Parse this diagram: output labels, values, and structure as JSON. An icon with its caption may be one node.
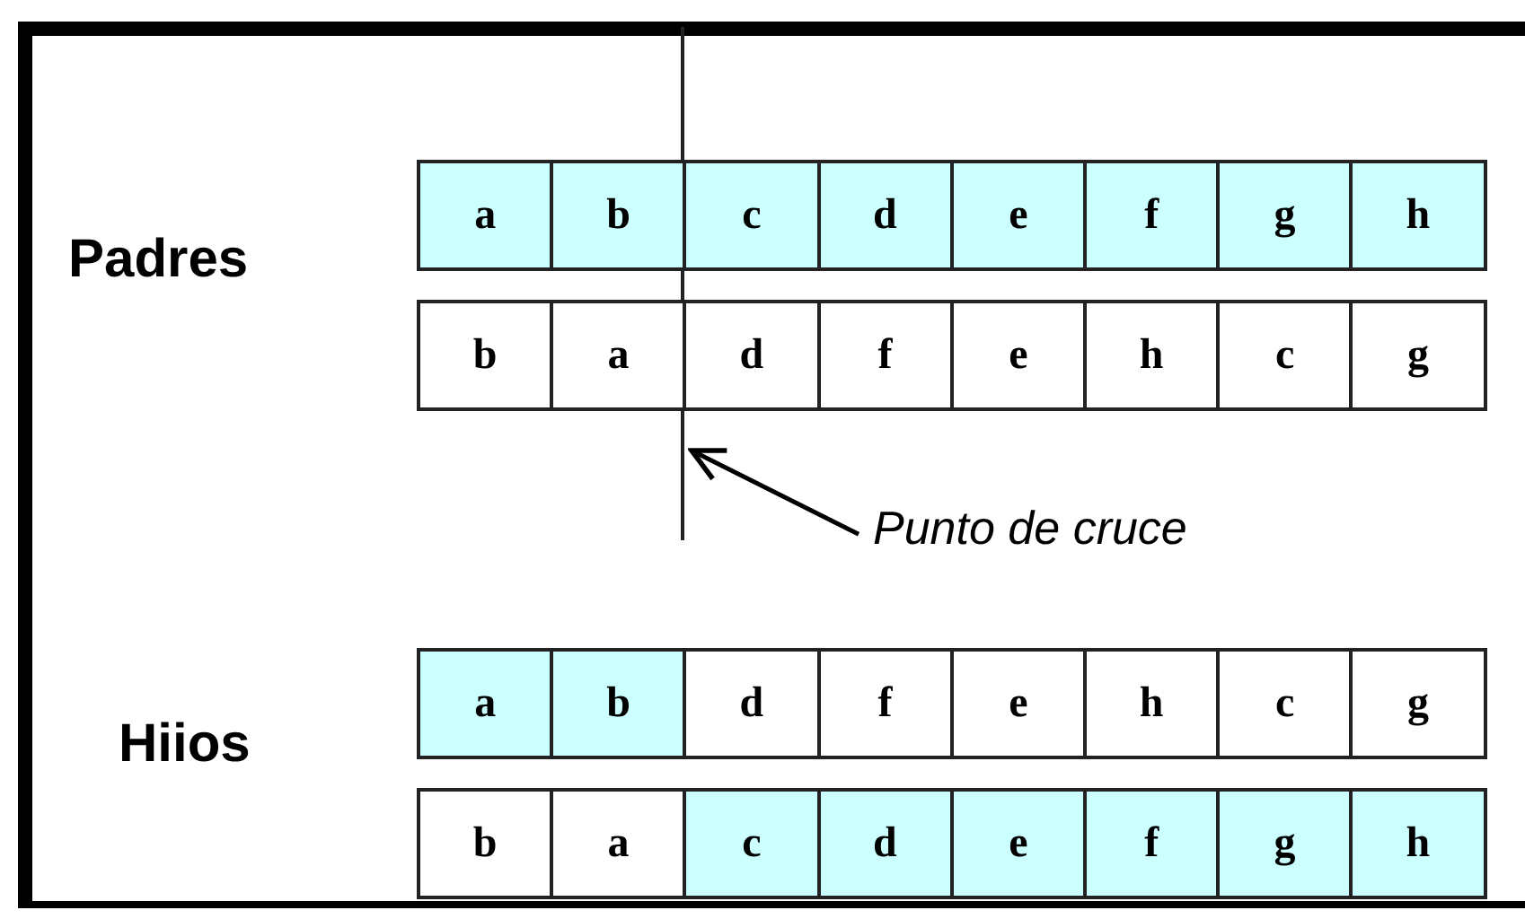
{
  "diagram": {
    "nodes": [
      {
        "text": [],
        "shape": "line"
      },
      {
        "text": [
          "a"
        ]
      },
      {
        "text": [
          "b"
        ]
      },
      {
        "text": [
          "c"
        ]
      },
      {
        "text": [
          "d"
        ]
      },
      {
        "text": [
          "e"
        ]
      },
      {
        "text": [
          "f"
        ]
      },
      {
        "text": [
          "g"
        ]
      },
      {
        "text": [
          "h"
        ]
      },
      {
        "text": [
          "b"
        ]
      },
      {
        "text": [
          "a"
        ]
      },
      {
        "text": [
          "d"
        ]
      },
      {
        "text": [
          "f"
        ]
      },
      {
        "text": [
          "e"
        ]
      },
      {
        "text": [
          "h"
        ]
      },
      {
        "text": [
          "c"
        ]
      },
      {
        "text": [
          "g"
        ]
      },
      {
        "text": [
          "Punto de cruce"
        ]
      },
      {
        "text": [
          "a"
        ]
      },
      {
        "text": [
          "b"
        ]
      },
      {
        "text": [
          "d"
        ]
      },
      {
        "text": [
          "f"
        ]
      },
      {
        "text": [
          "e"
        ]
      },
      {
        "text": [
          "h"
        ]
      },
      {
        "text": [
          "c"
        ]
      },
      {
        "text": [
          "g"
        ]
      },
      {
        "text": [
          "b"
        ]
      },
      {
        "text": [
          "a"
        ]
      },
      {
        "text": [
          "c"
        ]
      },
      {
        "text": [
          "d"
        ]
      },
      {
        "text": [
          "e"
        ]
      },
      {
        "text": [
          "f"
        ]
      },
      {
        "text": [
          "g"
        ]
      },
      {
        "text": [
          "h"
        ]
      }
    ],
    "edges": [
      {
        "from": 17,
        "to": 0,
        "arrow": "to"
      }
    ],
    "labels": [
      "Padres",
      "Hiios"
    ]
  }
}
